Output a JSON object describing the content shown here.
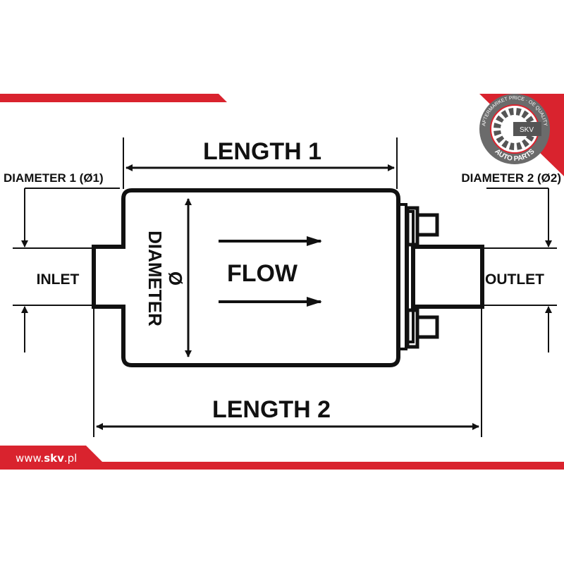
{
  "brand": {
    "website_prefix": "www.",
    "website_bold": "skv",
    "website_suffix": ".pl",
    "logo_center": "SKV",
    "logo_ring_top": "AFTERMARKET PRICE · OE QUALITY",
    "logo_ring_bottom": "AUTO PARTS",
    "accent_color": "#d9232e"
  },
  "diagram": {
    "length1": "LENGTH 1",
    "length2": "LENGTH 2",
    "diameter1": "DIAMETER 1 (Ø1)",
    "diameter2": "DIAMETER 2 (Ø2)",
    "diameter_body": "DIAMETER",
    "diameter_symbol": "Ø",
    "inlet": "INLET",
    "outlet": "OUTLET",
    "flow": "FLOW"
  }
}
